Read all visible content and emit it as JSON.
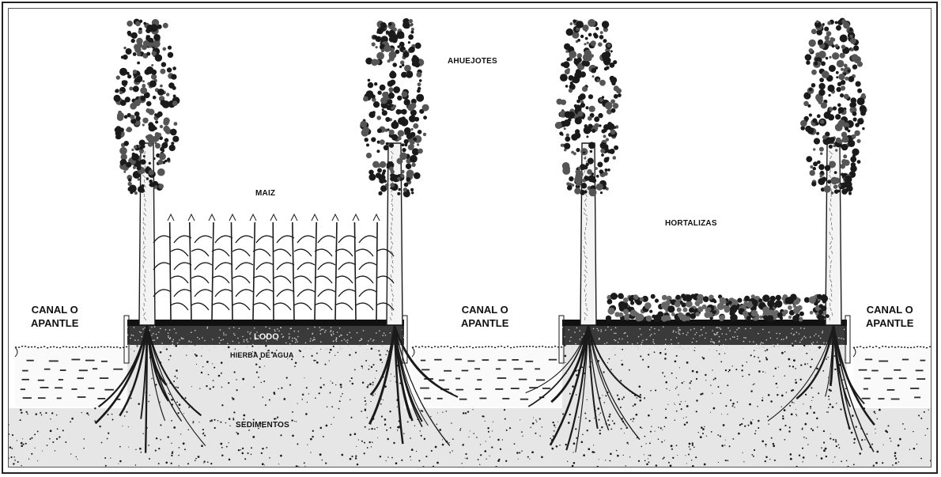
{
  "labels": {
    "ahuejotes": "AHUEJOTES",
    "maiz": "MAIZ",
    "hortalizas": "HORTALIZAS",
    "canal_left": [
      "CANAL O",
      "APANTLE"
    ],
    "canal_middle": [
      "CANAL O",
      "APANTLE"
    ],
    "canal_right": [
      "CANAL O",
      "APANTLE"
    ],
    "lodo": "LODO",
    "hierba": "HIERBA DE AGUA",
    "sedimentos": "SEDIMENTOS"
  },
  "colors": {
    "ink": "#1a1a1a",
    "paper": "#ffffff",
    "mud": "#3a3a3a",
    "water_dash": "#2b2b2b"
  },
  "icons": [
    "ahuejote-tree",
    "maize-plant",
    "vegetable-bush",
    "root-system",
    "water-canal",
    "sediment-stipple"
  ]
}
